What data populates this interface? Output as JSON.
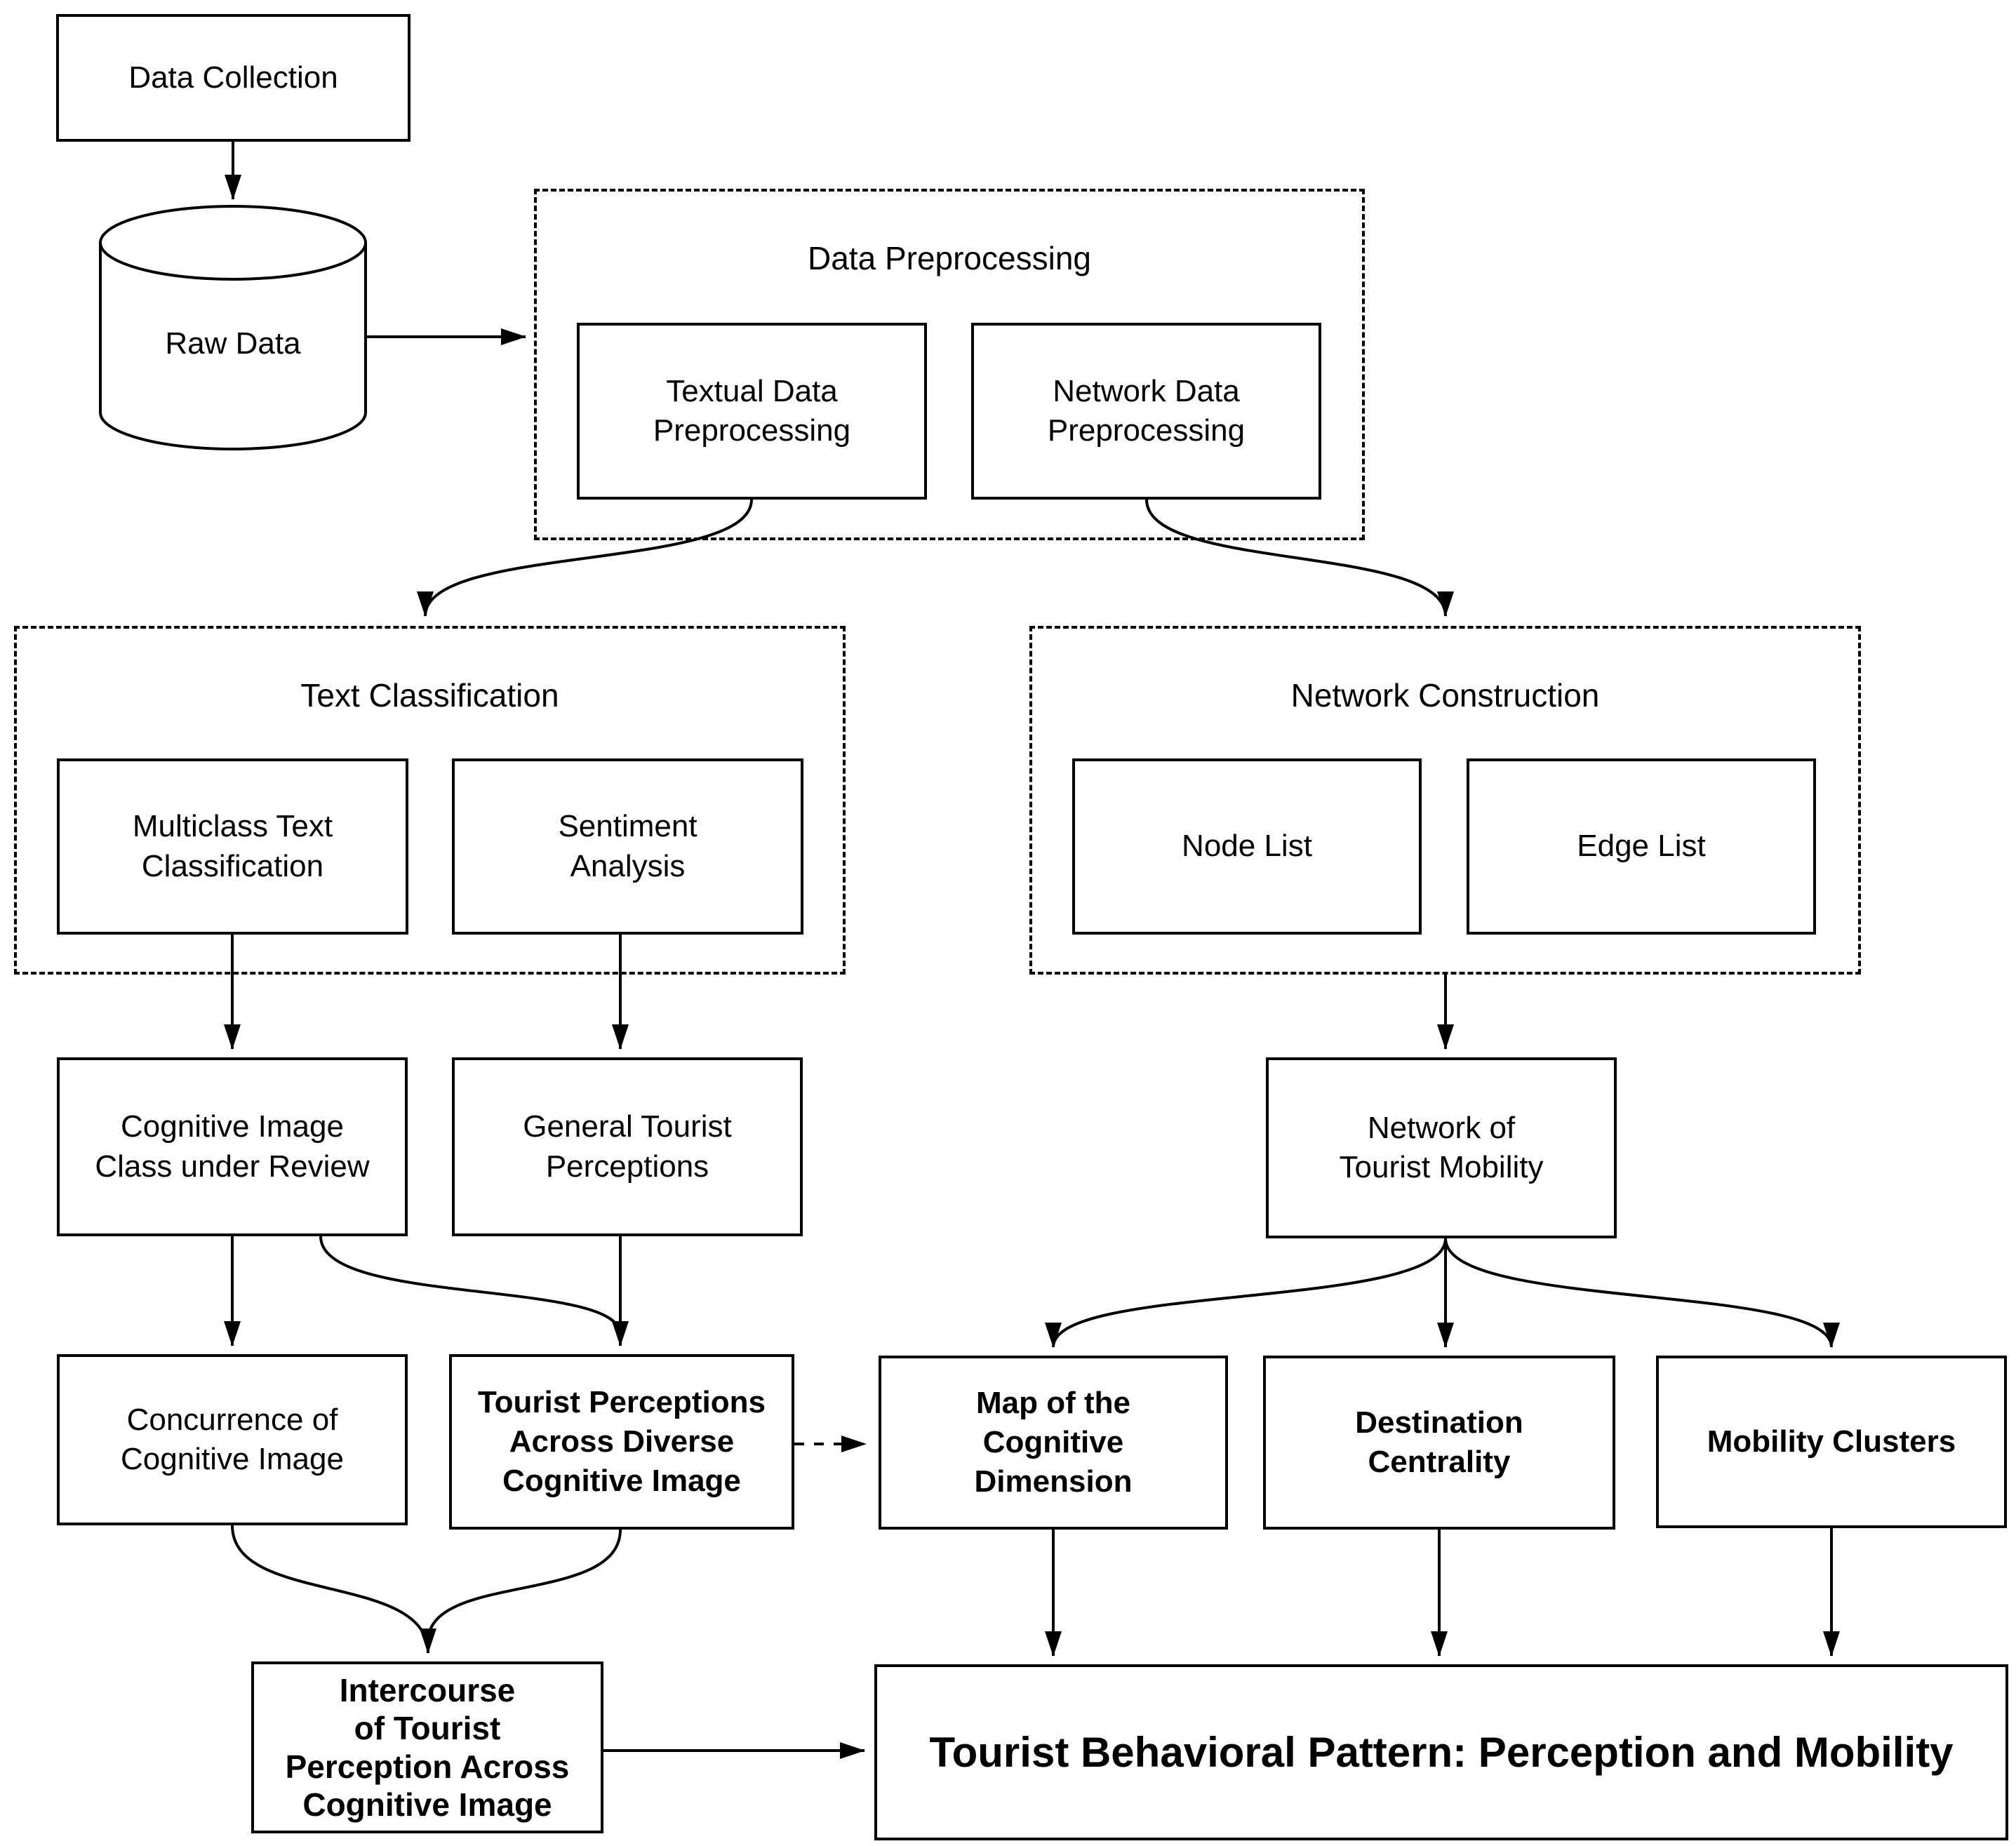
{
  "figure": {
    "type": "flowchart",
    "background_color": "#ffffff",
    "line_color": "#000000",
    "containers": {
      "data_preprocessing": {
        "title": "Data Preprocessing"
      },
      "text_classification": {
        "title": "Text Classification"
      },
      "network_construction": {
        "title": "Network Construction"
      }
    },
    "nodes": {
      "data_collection": {
        "label": "Data Collection",
        "emphasis": "normal"
      },
      "raw_data": {
        "label": "Raw Data",
        "emphasis": "normal",
        "shape": "cylinder"
      },
      "textual_preprocessing": {
        "label": "Textual Data\nPreprocessing",
        "emphasis": "normal"
      },
      "network_preprocessing": {
        "label": "Network Data\nPreprocessing",
        "emphasis": "normal"
      },
      "multiclass_classification": {
        "label": "Multiclass Text\nClassification",
        "emphasis": "normal"
      },
      "sentiment_analysis": {
        "label": "Sentiment\nAnalysis",
        "emphasis": "normal"
      },
      "node_list": {
        "label": "Node List",
        "emphasis": "normal"
      },
      "edge_list": {
        "label": "Edge List",
        "emphasis": "normal"
      },
      "cognitive_image_class": {
        "label": "Cognitive Image\nClass under Review",
        "emphasis": "normal"
      },
      "general_tourist_perceptions": {
        "label": "General Tourist\nPerceptions",
        "emphasis": "normal"
      },
      "network_tourist_mobility": {
        "label": "Network of\nTourist Mobility",
        "emphasis": "normal"
      },
      "concurrence_cognitive_image": {
        "label": "Concurrence of\nCognitive Image",
        "emphasis": "normal"
      },
      "tourist_perceptions_diverse": {
        "label": "Tourist Perceptions\nAcross Diverse\nCognitive Image",
        "emphasis": "bold"
      },
      "map_cognitive_dimension": {
        "label": "Map of the\nCognitive\nDimension",
        "emphasis": "bold"
      },
      "destination_centrality": {
        "label": "Destination\nCentrality",
        "emphasis": "bold"
      },
      "mobility_clusters": {
        "label": "Mobility Clusters",
        "emphasis": "bold"
      },
      "intercourse_tourist_perception": {
        "label": "Intercourse\nof Tourist\nPerception Across\nCognitive Image",
        "emphasis": "bold"
      },
      "tourist_behavioral_pattern": {
        "label": "Tourist Behavioral Pattern: Perception and Mobility",
        "emphasis": "bold-large"
      }
    }
  }
}
